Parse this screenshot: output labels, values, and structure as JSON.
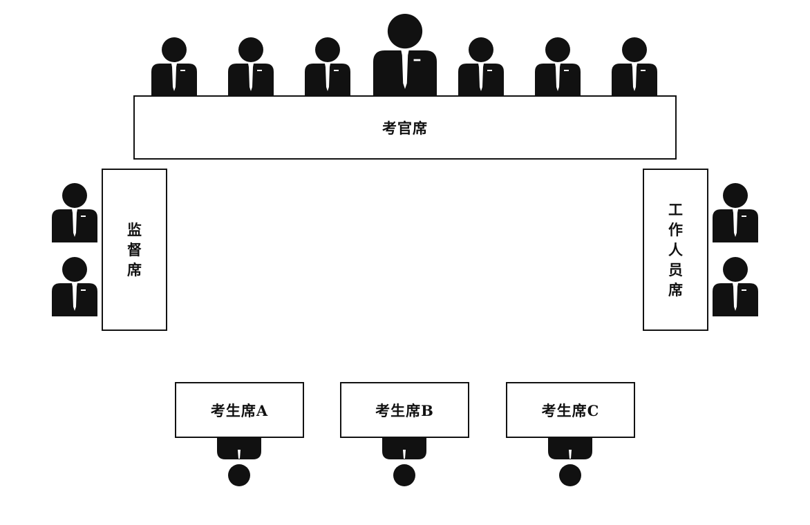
{
  "layout_title": "",
  "examiner_desk": {
    "label": "考官席"
  },
  "supervisor_desk": {
    "chars": [
      "监",
      "督",
      "席"
    ]
  },
  "staff_desk": {
    "chars": [
      "工",
      "作",
      "人",
      "员",
      "席"
    ]
  },
  "candidate_desks": [
    {
      "label": "考生席A"
    },
    {
      "label": "考生席B"
    },
    {
      "label": "考生席C"
    }
  ],
  "counts": {
    "examiners": 7,
    "supervisors": 2,
    "staff": 2,
    "candidates": 3
  },
  "colors": {
    "figure": "#111111",
    "tie": "#ffffff",
    "desk_border": "#111111"
  }
}
